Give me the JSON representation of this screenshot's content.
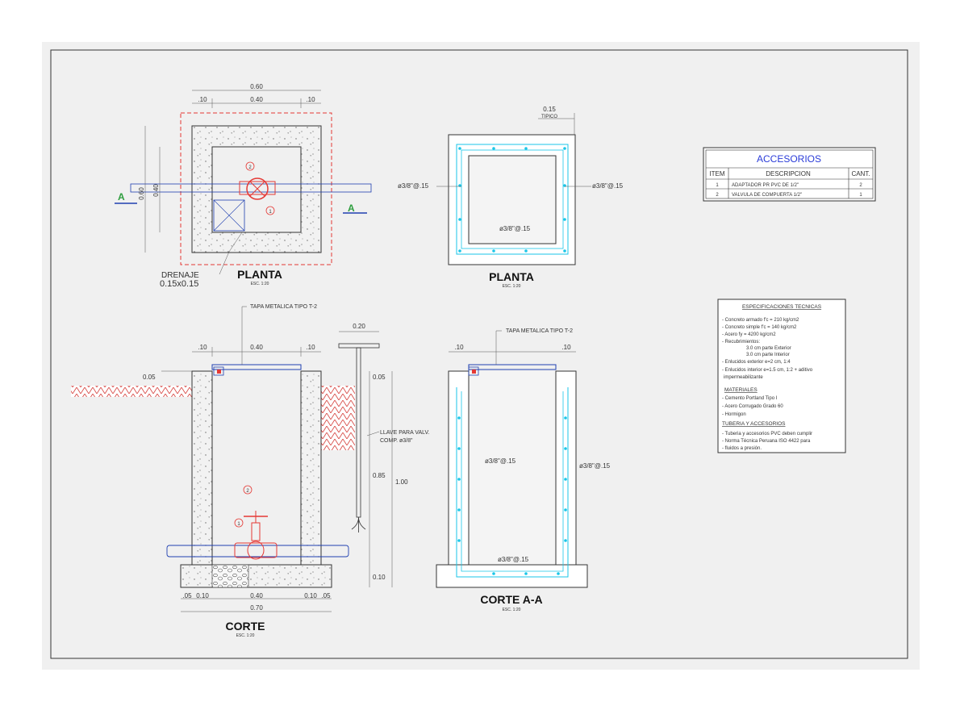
{
  "planta1": {
    "title": "PLANTA",
    "esc": "ESC. 1:20",
    "dim_total": "0.60",
    "dim_left": ".10",
    "dim_mid": "0.40",
    "dim_right": ".10",
    "dim_v1": "0.60",
    "dim_v2": "0.40",
    "section_left": "A",
    "section_right": "A",
    "drain_label1": "DRENAJE",
    "drain_label2": "0.15x0.15",
    "callout1": "1",
    "callout2": "2"
  },
  "planta2": {
    "title": "PLANTA",
    "esc": "ESC. 1:20",
    "dim_top": "0.15",
    "dim_top_sub": "TIPICO",
    "rebar_left": "ø3/8\"@.15",
    "rebar_right": "ø3/8\"@.15",
    "rebar_bottom": "ø3/8\"@.15"
  },
  "accesorios": {
    "title": "ACCESORIOS",
    "headers": [
      "ITEM",
      "DESCRIPCION",
      "CANT."
    ],
    "rows": [
      [
        "1",
        "ADAPTADOR PR PVC DE 1/2\"",
        "2"
      ],
      [
        "2",
        "VALVULA DE COMPUERTA 1/2\"",
        "1"
      ]
    ]
  },
  "especificaciones": {
    "title": "ESPECIFICACIONES TECNICAS",
    "lines": [
      "- Concreto armado f'c = 210 kg/cm2",
      "- Concreto simple f'c = 140 kg/cm2",
      "- Acero fy = 4200 kg/cm2",
      "- Recubrimientos:",
      "3.0 cm parte Exterior",
      "3.0 cm parte Interior",
      "- Enlucidos exterior e=2 cm, 1:4",
      "- Enlucidos interior e=1.5 cm, 1:2 + aditivo",
      "impermeabilizante"
    ],
    "materiales_title": "MATERIALES",
    "materiales": [
      "- Cemento Portland Tipo I",
      "- Acero Corrugado Grado 60",
      "- Hormigon"
    ],
    "tuberia_title": "TUBERIA Y ACCESORIOS",
    "tuberia": [
      "- Tuberia y accesorios PVC deben cumplir",
      "- Norma Técnica Peruana ISO 4422 para",
      "- fluidos a presión."
    ]
  },
  "corte": {
    "title": "CORTE",
    "esc": "ESC. 1:20",
    "tapa": "TAPA METALICA TIPO T-2",
    "dim_top_left": ".10",
    "dim_top_mid": "0.40",
    "dim_top_right": ".10",
    "dim_left_005": "0.05",
    "dim_bottom_a": ".05",
    "dim_bottom_b": "0.10",
    "dim_bottom_c": "0.40",
    "dim_bottom_d": "0.10",
    "dim_bottom_e": ".05",
    "dim_bottom_total": "0.70",
    "callout1": "1",
    "callout2": "2"
  },
  "llave": {
    "dim_width": "0.20",
    "label1": "LLAVE PARA VALV.",
    "label2": "COMP. ø3/8\"",
    "dim_005": "0.05",
    "dim_085": "0.85",
    "dim_100": "1.00",
    "dim_010": "0.10"
  },
  "corte_aa": {
    "title": "CORTE A-A",
    "esc": "ESC. 1:20",
    "tapa": "TAPA METALICA TIPO T-2",
    "dim_left": ".10",
    "dim_right": ".10",
    "rebar_left": "ø3/8\"@.15",
    "rebar_right": "ø3/8\"@.15",
    "rebar_bottom": "ø3/8\"@.15"
  }
}
